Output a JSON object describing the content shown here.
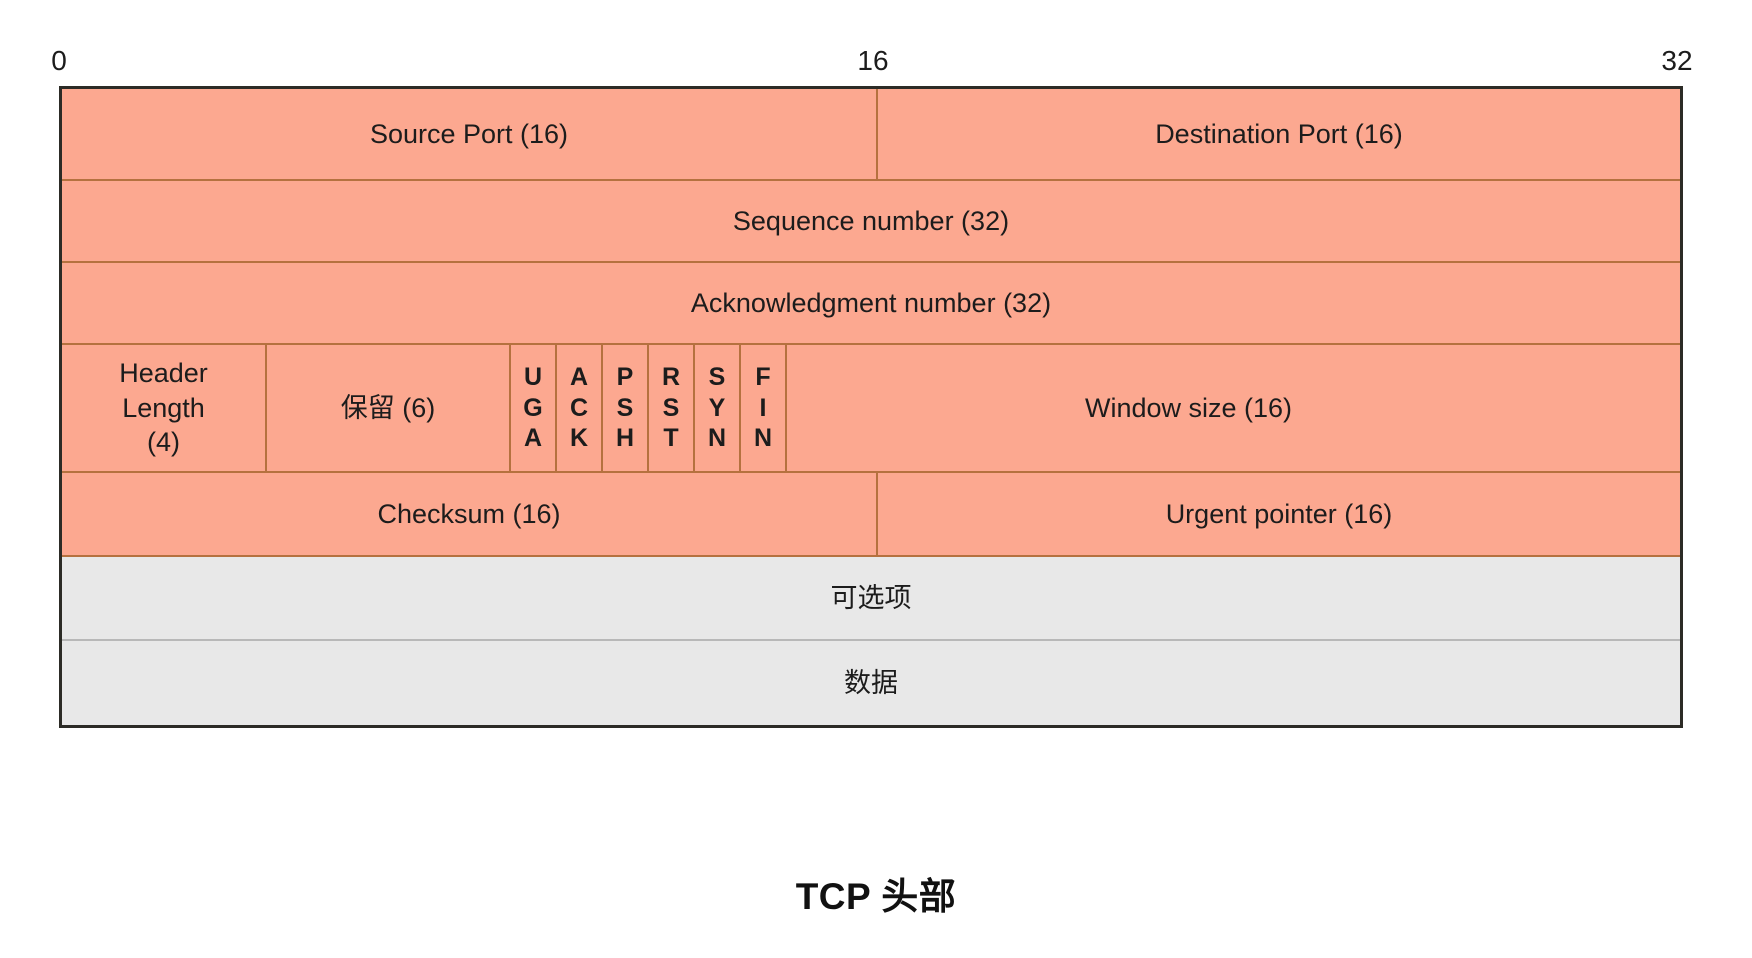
{
  "ruler": {
    "ticks": [
      "0",
      "16",
      "32"
    ]
  },
  "rows": {
    "ports": {
      "source_port": "Source Port (16)",
      "destination_port": "Destination Port (16)"
    },
    "sequence": {
      "label": "Sequence number (32)"
    },
    "acknowledgment": {
      "label": "Acknowledgment number (32)"
    },
    "flags_row": {
      "header_length": "Header\nLength\n(4)",
      "reserved": "保留 (6)",
      "flags": [
        {
          "name": "urg",
          "letters": [
            "U",
            "G",
            "A"
          ]
        },
        {
          "name": "ack",
          "letters": [
            "A",
            "C",
            "K"
          ]
        },
        {
          "name": "psh",
          "letters": [
            "P",
            "S",
            "H"
          ]
        },
        {
          "name": "rst",
          "letters": [
            "R",
            "S",
            "T"
          ]
        },
        {
          "name": "syn",
          "letters": [
            "S",
            "Y",
            "N"
          ]
        },
        {
          "name": "fin",
          "letters": [
            "F",
            "I",
            "N"
          ]
        }
      ],
      "window_size": "Window size (16)"
    },
    "checksum_row": {
      "checksum": "Checksum (16)",
      "urgent_pointer": "Urgent pointer (16)"
    },
    "options": {
      "label": "可选项"
    },
    "data": {
      "label": "数据"
    }
  },
  "caption": {
    "title": "TCP 头部"
  },
  "colors": {
    "header_fill": "#fca890",
    "payload_fill": "#e8e8e8",
    "inner_border": "#b5713f",
    "outer_border": "#2c2b26",
    "text": "#1c1c1c"
  }
}
